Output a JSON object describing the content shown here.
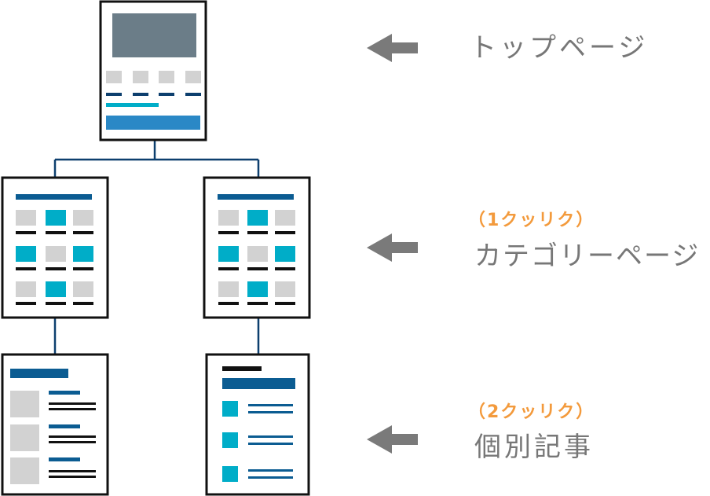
{
  "colors": {
    "frame": "#111111",
    "connector": "#0D3F6E",
    "dark_block": "#6B7D88",
    "light_gray": "#D2D2D2",
    "navy": "#0D3F6E",
    "blue": "#0B5C92",
    "mid_blue": "#2A88C6",
    "teal": "#00ADC8",
    "black_bar": "#111111",
    "arrow": "#7A7A7A",
    "label": "#777777",
    "accent": "#F39A3C"
  },
  "levels": [
    {
      "id": "top",
      "label": "トップページ",
      "sublabel": ""
    },
    {
      "id": "category",
      "label": "カテゴリーページ",
      "sublabel": "（1クッリク）"
    },
    {
      "id": "article",
      "label": "個別記事",
      "sublabel": "（2クッリク）"
    }
  ],
  "icons": [
    "arrow-left-icon"
  ]
}
